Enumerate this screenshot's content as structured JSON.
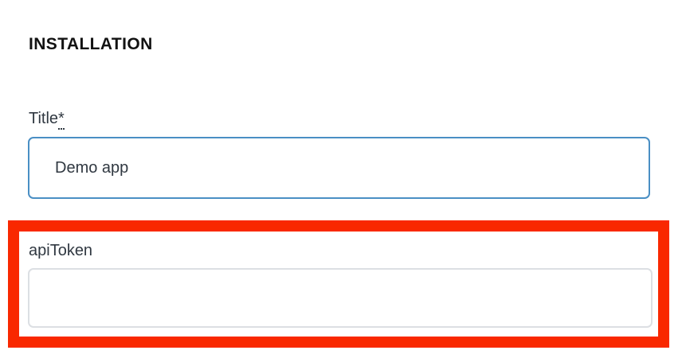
{
  "section": {
    "heading": "INSTALLATION"
  },
  "form": {
    "fields": [
      {
        "name": "title",
        "label": "Title",
        "required_marker": "*",
        "value": "Demo app",
        "placeholder": "",
        "state": "focused",
        "border_color": "#4a8fc4"
      },
      {
        "name": "apiToken",
        "label": "apiToken",
        "required_marker": "",
        "value": "",
        "placeholder": "",
        "state": "empty",
        "border_color": "#dcdfe3"
      }
    ]
  },
  "annotation": {
    "type": "highlight-box",
    "target": "apiToken",
    "color": "#f92800"
  },
  "colors": {
    "background": "#ffffff",
    "heading_text": "#121212",
    "label_text": "#303841",
    "input_text": "#303841",
    "focus_border": "#4a8fc4",
    "idle_border": "#dcdfe3",
    "highlight": "#f92800"
  }
}
